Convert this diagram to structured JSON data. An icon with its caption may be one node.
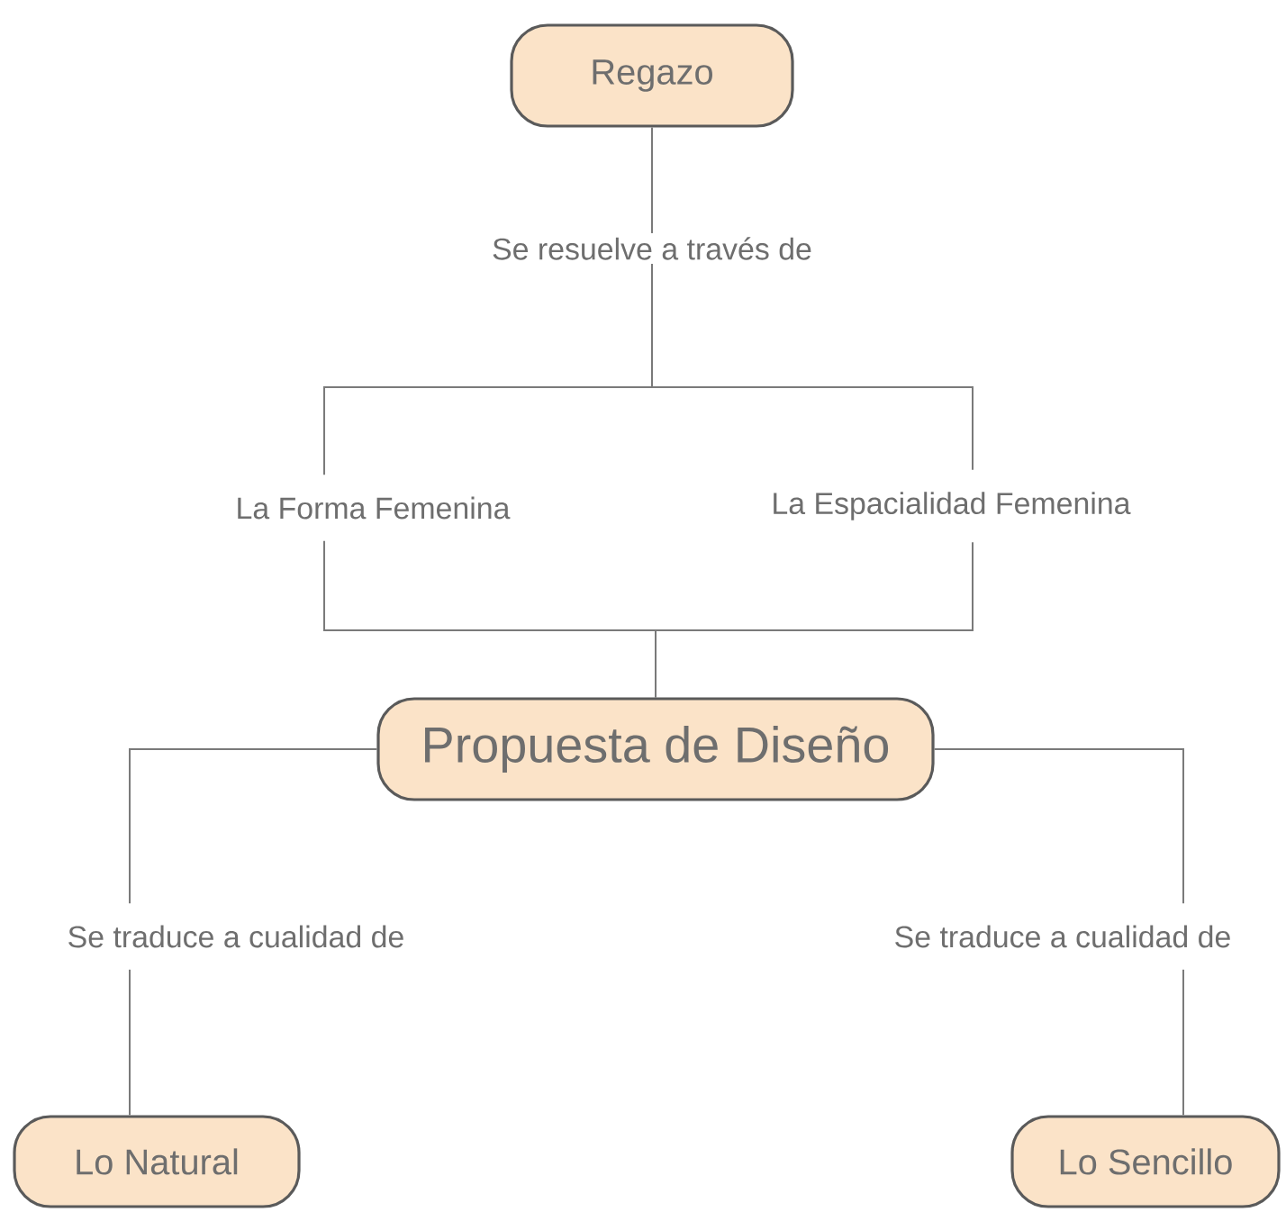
{
  "diagram": {
    "nodes": [
      {
        "text": [
          "Regazo"
        ]
      },
      {
        "text": [
          "Se resuelve a través de"
        ]
      },
      {
        "text": [
          "La Forma Femenina"
        ]
      },
      {
        "text": [
          "La Espacialidad Femenina"
        ]
      },
      {
        "text": [
          "Propuesta de Diseño"
        ]
      },
      {
        "text": [
          "Se traduce a cualidad de"
        ]
      },
      {
        "text": [
          "Se traduce a cualidad de"
        ]
      },
      {
        "text": [
          "Lo Natural"
        ]
      },
      {
        "text": [
          "Lo Sencillo"
        ]
      }
    ],
    "edges": [
      {
        "from": 0,
        "to": 1,
        "arrow": "none"
      },
      {
        "from": 1,
        "to": 2,
        "arrow": "none"
      },
      {
        "from": 1,
        "to": 3,
        "arrow": "none"
      },
      {
        "from": 2,
        "to": 4,
        "arrow": "none"
      },
      {
        "from": 3,
        "to": 4,
        "arrow": "none"
      },
      {
        "from": 4,
        "to": 5,
        "arrow": "none"
      },
      {
        "from": 4,
        "to": 6,
        "arrow": "none"
      },
      {
        "from": 5,
        "to": 7,
        "arrow": "none"
      },
      {
        "from": 6,
        "to": 8,
        "arrow": "none"
      }
    ]
  }
}
